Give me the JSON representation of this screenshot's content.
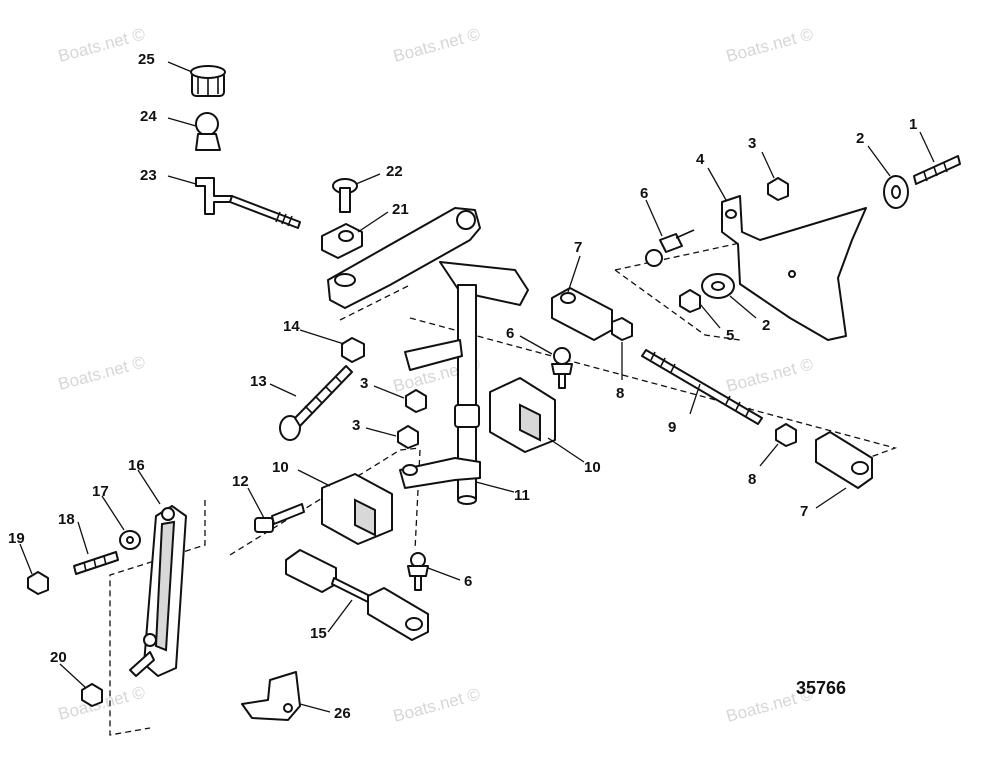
{
  "watermark": "Boats.net ©",
  "reference_number": "35766",
  "callouts": [
    "1",
    "2",
    "3",
    "4",
    "6",
    "2",
    "5",
    "7",
    "6",
    "8",
    "14",
    "13",
    "3",
    "3",
    "9",
    "10",
    "11",
    "8",
    "7",
    "10",
    "12",
    "16",
    "17",
    "18",
    "19",
    "6",
    "15",
    "20",
    "26",
    "21",
    "22",
    "23",
    "24",
    "25"
  ]
}
